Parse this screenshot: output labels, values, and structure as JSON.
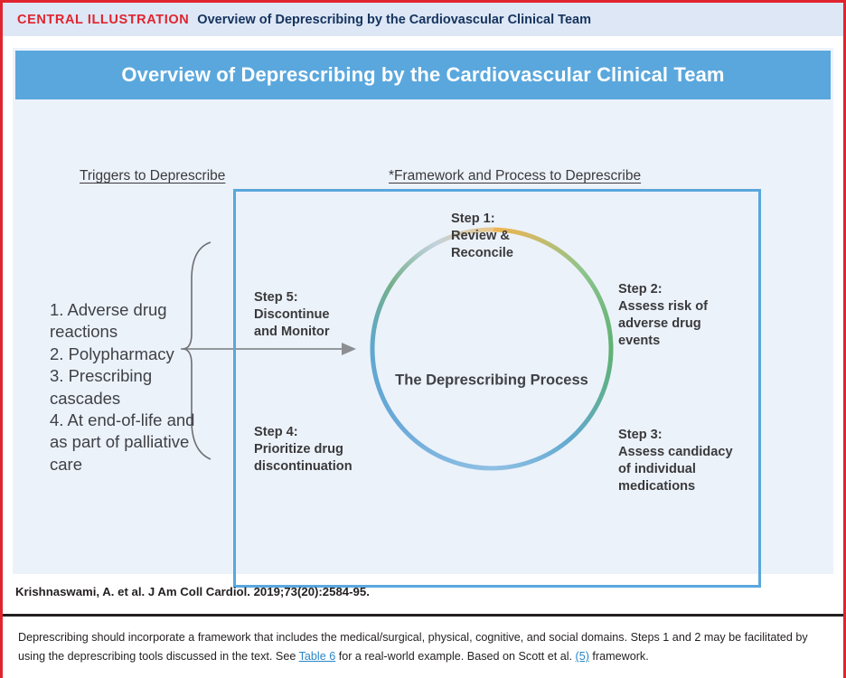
{
  "banner": {
    "kicker": "CENTRAL ILLUSTRATION",
    "title": "Overview of Deprescribing by the Cardiovascular Clinical Team"
  },
  "figure": {
    "title": "Overview of Deprescribing by the Cardiovascular Clinical Team",
    "headings": {
      "left": "Triggers to Deprescribe",
      "right": "*Framework and Process to Deprescribe"
    },
    "triggers": [
      "1. Adverse drug reactions",
      "2. Polypharmacy",
      "3. Prescribing cascades",
      "4. At end-of-life and as part of palliative care"
    ],
    "triggers_text": "1. Adverse drug reactions\n2. Polypharmacy\n3. Prescribing cascades\n4. At end-of-life and as part of palliative care",
    "circle_center_label": "The Deprescribing Process",
    "steps": [
      {
        "id": "step-1",
        "label": "Step 1:",
        "text": "Review & Reconcile",
        "full": "Step 1:\nReview &\nReconcile"
      },
      {
        "id": "step-2",
        "label": "Step 2:",
        "text": "Assess risk of adverse drug events",
        "full": "Step 2:\nAssess risk of\nadverse drug\nevents"
      },
      {
        "id": "step-3",
        "label": "Step 3:",
        "text": "Assess candidacy of individual medications",
        "full": "Step 3:\nAssess candidacy\nof individual\nmedications"
      },
      {
        "id": "step-4",
        "label": "Step 4:",
        "text": "Prioritize drug discontinuation",
        "full": "Step 4:\nPrioritize drug\ndiscontinuation"
      },
      {
        "id": "step-5",
        "label": "Step 5:",
        "text": "Discontinue and Monitor",
        "full": "Step 5:\nDiscontinue\nand Monitor"
      }
    ]
  },
  "citation": "Krishnaswami, A. et al. J Am Coll Cardiol. 2019;73(20):2584-95.",
  "caption": {
    "part1": "Deprescribing should incorporate a framework that includes the medical/surgical, physical, cognitive, and social domains. Steps 1 and 2 may be facilitated by using the deprescribing tools discussed in the text. See ",
    "link1": "Table 6",
    "part2": " for a real-world example. Based on Scott et al. ",
    "link2": "(5)",
    "part3": " framework."
  },
  "colors": {
    "accent_red": "#e0242f",
    "banner_bg": "#dde7f5",
    "title_bar_blue": "#5aa7dd",
    "panel_bg": "#ecf2fa",
    "link_blue": "#2a87c8",
    "circle_top_orange": "#f2b450",
    "circle_right_green": "#5fb273",
    "circle_bottom_blue": "#5a9fd4",
    "circle_left_grey": "#c3d2de"
  }
}
